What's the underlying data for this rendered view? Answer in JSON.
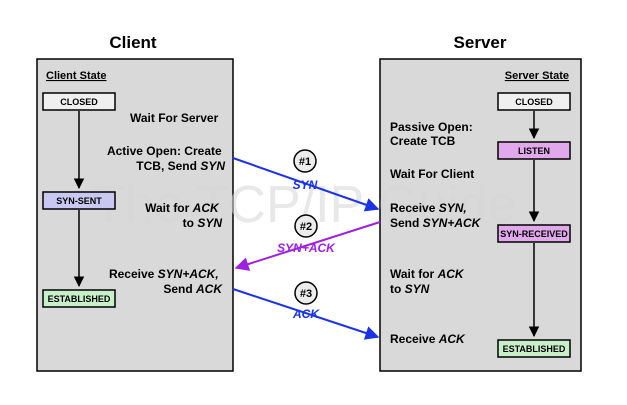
{
  "client": {
    "title": "Client",
    "state_header": "Client State",
    "states": [
      "CLOSED",
      "SYN-SENT",
      "ESTABLISHED"
    ],
    "events": [
      [
        "Wait For Server"
      ],
      [
        "Active Open: Create",
        "TCB, Send ",
        "SYN"
      ],
      [
        "Wait for ",
        "ACK",
        "to ",
        "SYN"
      ],
      [
        "Receive ",
        "SYN+ACK,",
        "Send ",
        "ACK"
      ]
    ]
  },
  "server": {
    "title": "Server",
    "state_header": "Server State",
    "states": [
      "CLOSED",
      "LISTEN",
      "SYN-RECEIVED",
      "ESTABLISHED"
    ],
    "events": [
      [
        "Passive Open:",
        "Create TCB"
      ],
      [
        "Wait For Client"
      ],
      [
        "Receive ",
        "SYN,",
        "Send ",
        "SYN+ACK"
      ],
      [
        "Wait for ",
        "ACK",
        "to ",
        "SYN"
      ],
      [
        "Receive ",
        "ACK"
      ]
    ]
  },
  "messages": [
    {
      "number": "#1",
      "label": "SYN",
      "color": "#1a33e6"
    },
    {
      "number": "#2",
      "label": "SYN+ACK",
      "color": "#a020e0"
    },
    {
      "number": "#3",
      "label": "ACK",
      "color": "#1a33e6"
    }
  ],
  "watermark": "The TCP/IP Guide",
  "colors": {
    "panel": "#d9d9d9",
    "closed_fill": "#f0f0f0",
    "syn_sent_fill": "#c8c8f2",
    "listen_fill": "#e2a8ec",
    "syn_received_fill": "#e2a8ec",
    "established_fill": "#c8f0c8"
  }
}
